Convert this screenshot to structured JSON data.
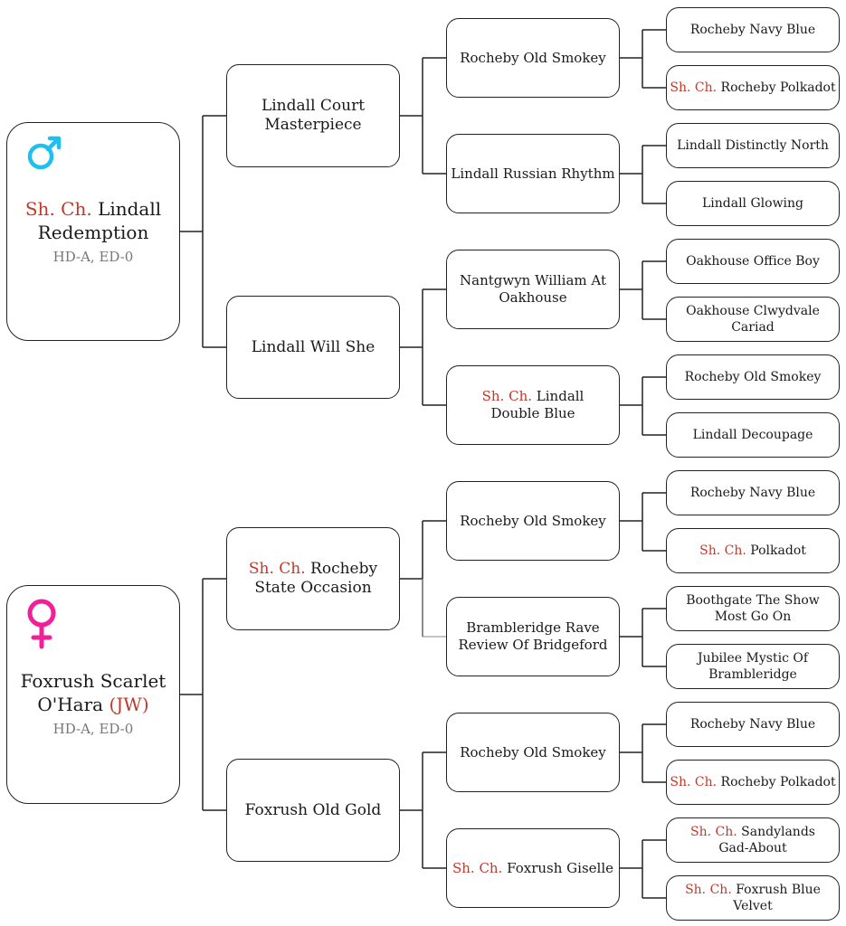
{
  "colors": {
    "title": "#c0392b",
    "male": "#1ec0f0",
    "female": "#f0209a",
    "line": "#222222"
  },
  "sire": {
    "icon": "male-symbol-icon",
    "title": "Sh. Ch.",
    "name": "Lindall Redemption",
    "health": "HD-A, ED-0",
    "parents": [
      {
        "name": "Lindall Court Masterpiece",
        "parents": [
          {
            "name": "Rocheby Old Smokey",
            "parents": [
              {
                "name": "Rocheby Navy Blue"
              },
              {
                "title": "Sh. Ch.",
                "name": "Rocheby Polkadot"
              }
            ]
          },
          {
            "name": "Lindall Russian Rhythm",
            "parents": [
              {
                "name": "Lindall Distinctly North"
              },
              {
                "name": "Lindall Glowing"
              }
            ]
          }
        ]
      },
      {
        "name": "Lindall Will She",
        "parents": [
          {
            "name": "Nantgwyn William At Oakhouse",
            "parents": [
              {
                "name": "Oakhouse Office Boy"
              },
              {
                "name": "Oakhouse Clwydvale Cariad"
              }
            ]
          },
          {
            "title": "Sh. Ch.",
            "name": "Lindall Double Blue",
            "parents": [
              {
                "name": "Rocheby Old Smokey"
              },
              {
                "name": "Lindall Decoupage"
              }
            ]
          }
        ]
      }
    ]
  },
  "dam": {
    "icon": "female-symbol-icon",
    "name": "Foxrush Scarlet O'Hara",
    "suffix": "(JW)",
    "health": "HD-A, ED-0",
    "parents": [
      {
        "title": "Sh. Ch.",
        "name": "Rocheby State Occasion",
        "parents": [
          {
            "name": "Rocheby Old Smokey",
            "parents": [
              {
                "name": "Rocheby Navy Blue"
              },
              {
                "title": "Sh. Ch.",
                "name": "Polkadot"
              }
            ]
          },
          {
            "name": "Brambleridge Rave Review Of Bridgeford",
            "parents": [
              {
                "name": "Boothgate The Show Most Go On"
              },
              {
                "name": "Jubilee Mystic Of Brambleridge"
              }
            ]
          }
        ]
      },
      {
        "name": "Foxrush Old Gold",
        "parents": [
          {
            "name": "Rocheby Old Smokey",
            "parents": [
              {
                "name": "Rocheby Navy Blue"
              },
              {
                "title": "Sh. Ch.",
                "name": "Rocheby Polkadot"
              }
            ]
          },
          {
            "title": "Sh. Ch.",
            "name": "Foxrush Giselle",
            "parents": [
              {
                "title": "Sh. Ch.",
                "name": "Sandylands Gad-About"
              },
              {
                "title": "Sh. Ch.",
                "name": "Foxrush Blue Velvet"
              }
            ]
          }
        ]
      }
    ]
  }
}
